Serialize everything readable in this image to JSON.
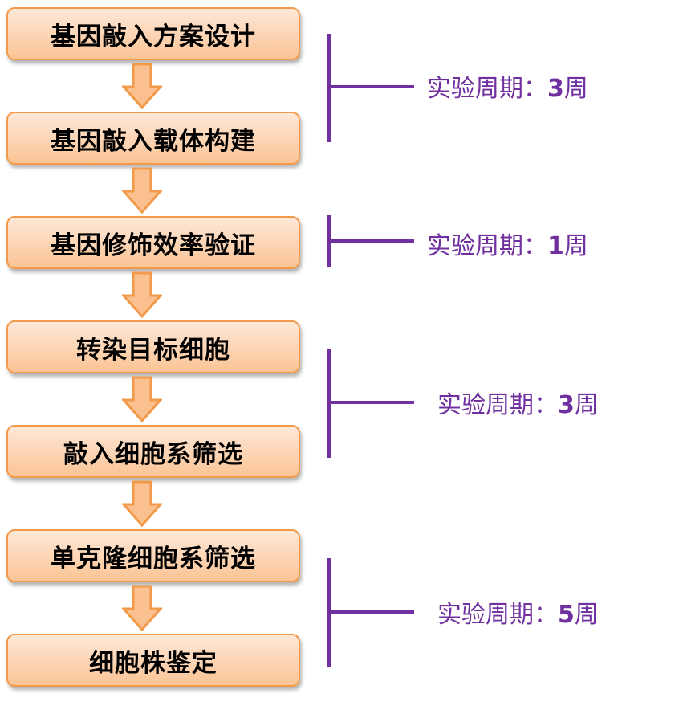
{
  "steps": [
    "基因敲入方案设计",
    "基因敲入载体构建",
    "基因修饰效率验证",
    "转染目标细胞",
    "敲入细胞系筛选",
    "单克隆细胞系筛选",
    "细胞株鉴定"
  ],
  "periods": [
    {
      "label": "实验周期：",
      "num": "3",
      "unit": "周"
    },
    {
      "label": "实验周期：",
      "num": "1",
      "unit": "周"
    },
    {
      "label": "实验周期：",
      "num": "3",
      "unit": "周"
    },
    {
      "label": "实验周期：",
      "num": "5",
      "unit": "周"
    }
  ],
  "colors": {
    "box_border": "#f39a4a",
    "bracket": "#7030a0"
  }
}
